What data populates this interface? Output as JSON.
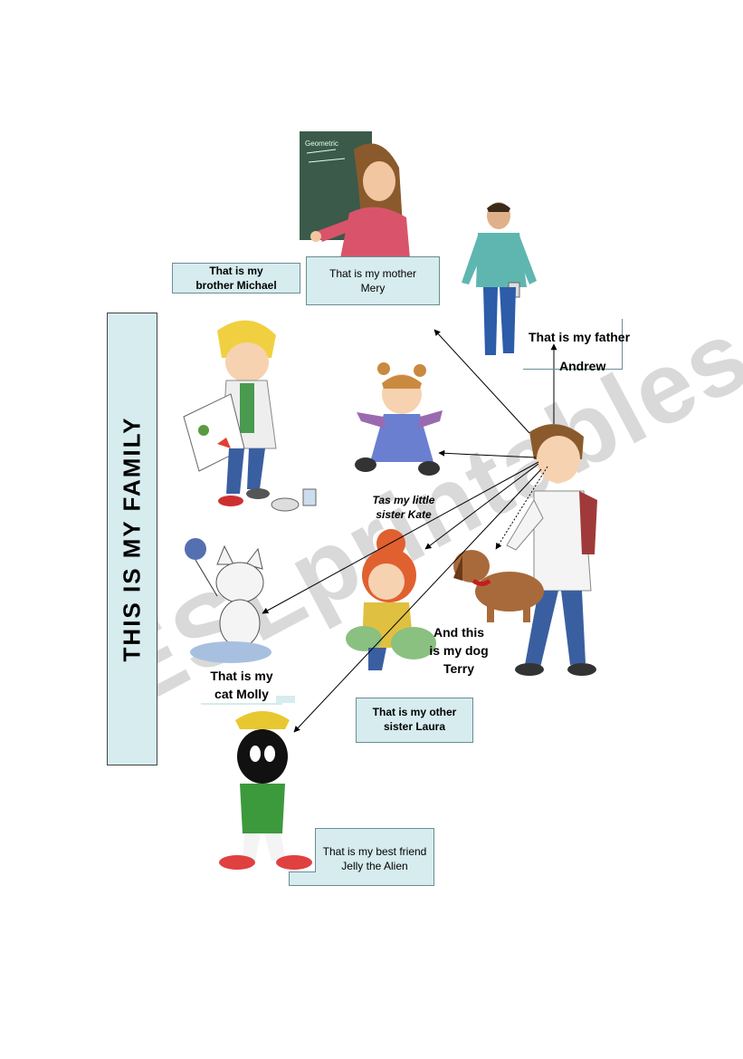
{
  "title": "THIS IS MY FAMILY",
  "watermark": "ESLprintables.com",
  "board_text": "Geometric",
  "captions": {
    "brother": [
      "That is my",
      "brother Michael"
    ],
    "mother": [
      "That is my mother",
      "Mery"
    ],
    "father": [
      "That is my father",
      "Andrew"
    ],
    "sister_kate": [
      "Tas my little",
      "sister Kate"
    ],
    "cat": [
      "That is my",
      "cat Molly"
    ],
    "dog": [
      "And this",
      "is my dog",
      "Terry"
    ],
    "sister_laura": [
      "That is my other",
      "sister Laura"
    ],
    "friend": [
      "That is my best friend",
      "Jelly the Alien"
    ]
  },
  "colors": {
    "caption_bg": "#d6ecef",
    "caption_border": "#6b8c92"
  }
}
